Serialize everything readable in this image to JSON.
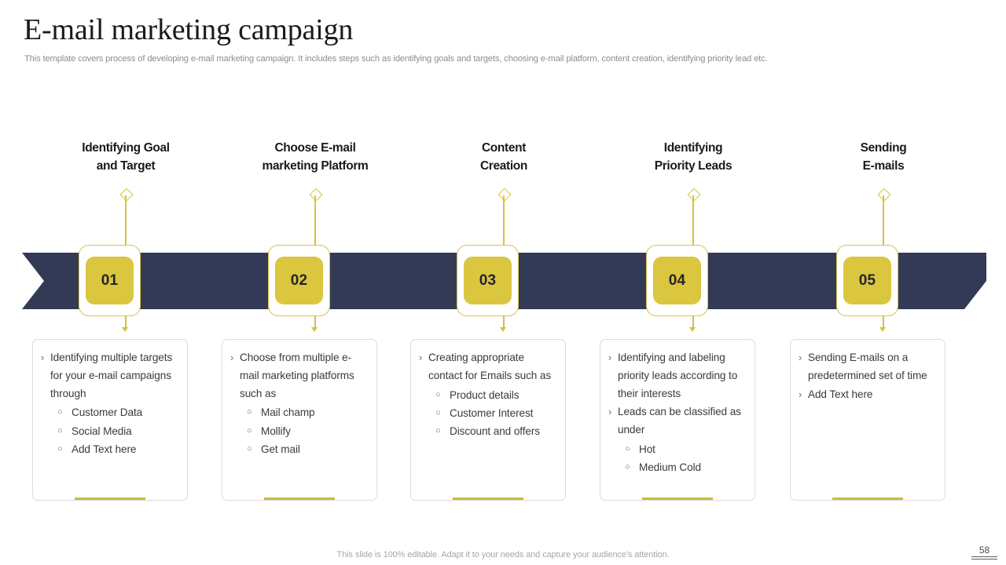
{
  "header": {
    "title": "E-mail marketing campaign",
    "subtitle": "This template covers process of developing e-mail marketing campaign. It includes steps such as identifying goals and targets, choosing e-mail platform, content creation, identifying priority lead etc."
  },
  "colors": {
    "banner": "#333a56",
    "badge": "#dbc63f",
    "connector": "#d7c13f",
    "card_accent": "#c7bc3e",
    "card_border": "#dcdcdc"
  },
  "marks": {
    "level1": "›",
    "level2": "○"
  },
  "steps": [
    {
      "number": "01",
      "heading_line1": "Identifying Goal",
      "heading_line2": "and Target",
      "bullets": [
        {
          "level": 1,
          "text": "Identifying  multiple targets for your  e-mail campaigns through"
        },
        {
          "level": 2,
          "text": "Customer Data"
        },
        {
          "level": 2,
          "text": "Social Media"
        },
        {
          "level": 2,
          "text": "Add Text here"
        }
      ]
    },
    {
      "number": "02",
      "heading_line1": "Choose E-mail",
      "heading_line2": "marketing Platform",
      "bullets": [
        {
          "level": 1,
          "text": "Choose from  multiple e-mail marketing platforms  such as"
        },
        {
          "level": 2,
          "text": "Mail champ"
        },
        {
          "level": 2,
          "text": "Mollify"
        },
        {
          "level": 2,
          "text": "Get mail"
        }
      ]
    },
    {
      "number": "03",
      "heading_line1": "Content",
      "heading_line2": "Creation",
      "bullets": [
        {
          "level": 1,
          "text": "Creating appropriate contact for Emails such as"
        },
        {
          "level": 2,
          "text": "Product details"
        },
        {
          "level": 2,
          "text": "Customer Interest"
        },
        {
          "level": 2,
          "text": "Discount and offers"
        }
      ]
    },
    {
      "number": "04",
      "heading_line1": "Identifying",
      "heading_line2": "Priority Leads",
      "bullets": [
        {
          "level": 1,
          "text": "Identifying  and labeling priority leads according to their interests"
        },
        {
          "level": 1,
          "text": "Leads can be classified as under"
        },
        {
          "level": 2,
          "text": "Hot"
        },
        {
          "level": 2,
          "text": "Medium Cold"
        }
      ]
    },
    {
      "number": "05",
      "heading_line1": "Sending",
      "heading_line2": "E-mails",
      "bullets": [
        {
          "level": 1,
          "text": "Sending E-mails on a predetermined set of time"
        },
        {
          "level": 1,
          "text": "Add Text here"
        }
      ]
    }
  ],
  "footer": {
    "note": "This slide is 100% editable. Adapt it to your needs and capture your audience's attention.",
    "page_number": "58"
  }
}
